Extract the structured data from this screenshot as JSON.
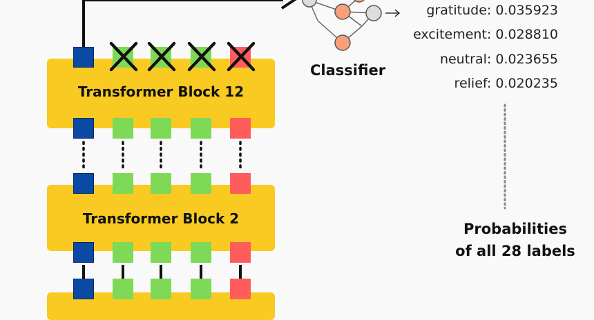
{
  "blocks": [
    {
      "title": "Transformer Block 12"
    },
    {
      "title": "Transformer Block 2"
    }
  ],
  "classifier": {
    "label": "Classifier"
  },
  "probabilities": {
    "lines": [
      "gratitude: 0.035923",
      "excitement: 0.028810",
      "neutral: 0.023655",
      "relief: 0.020235"
    ],
    "caption_line1": "Probabilities",
    "caption_line2": "of all 28 labels"
  },
  "colors": {
    "block": "#f8ca22",
    "cls_token": "#0b4aa4",
    "green_token": "#7ed957",
    "red_token": "#ff5c5c",
    "node_orange": "#f9a07a",
    "node_gray": "#dddddd"
  }
}
